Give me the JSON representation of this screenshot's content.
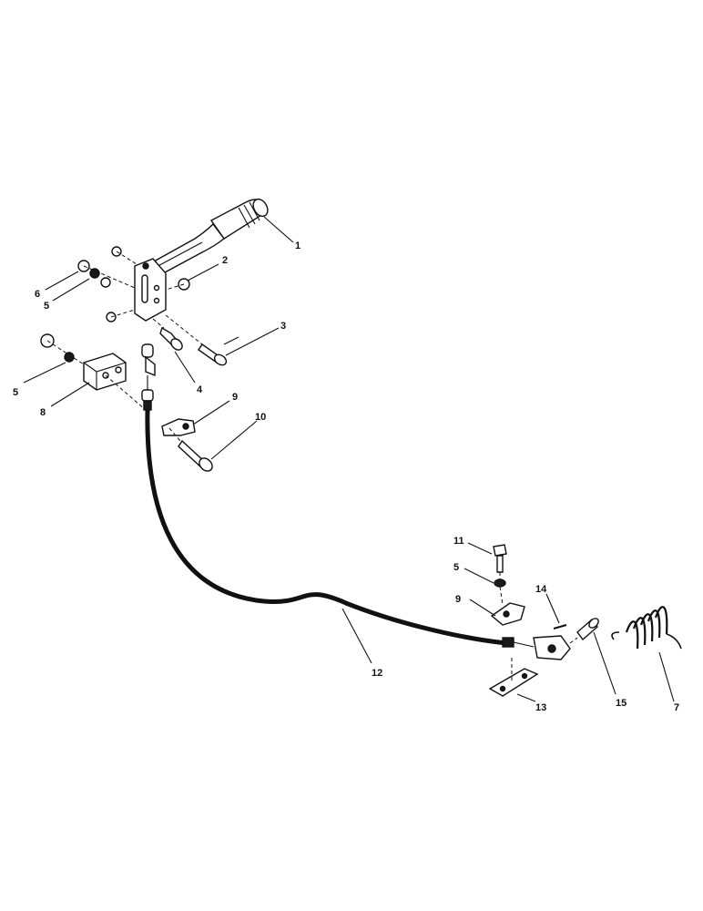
{
  "callouts": {
    "c1": "1",
    "c2": "2",
    "c3": "3",
    "c4": "4",
    "c5a": "5",
    "c5b": "5",
    "c5c": "5",
    "c6": "6",
    "c7": "7",
    "c8": "8",
    "c9a": "9",
    "c9b": "9",
    "c10": "10",
    "c11": "11",
    "c12": "12",
    "c13": "13",
    "c14": "14",
    "c15": "15"
  }
}
